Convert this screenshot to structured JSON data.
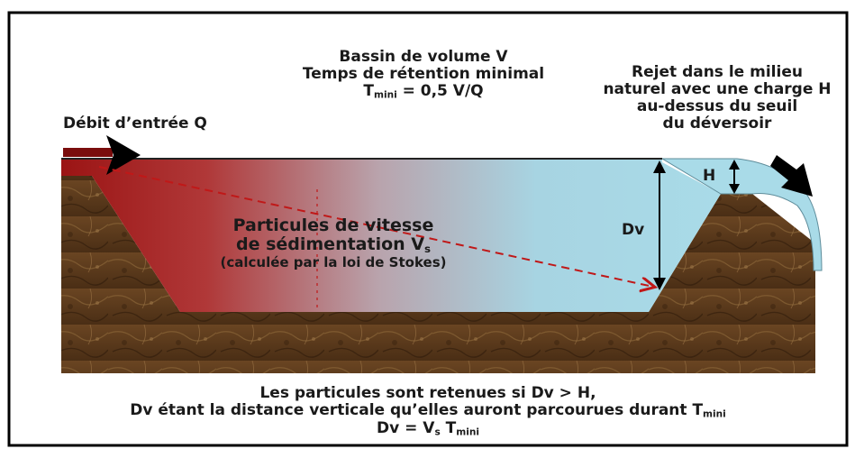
{
  "title": {
    "line1": "Bassin de volume V",
    "line2": "Temps de rétention minimal",
    "line3_T": "T",
    "line3_sub": "mini",
    "line3_rest": " = 0,5 V/Q"
  },
  "inlet_label": "Débit d’entrée Q",
  "outlet": {
    "line1": "Rejet dans le milieu",
    "line2": "naturel avec une charge H",
    "line3": "au-dessus du seuil",
    "line4": "du déversoir"
  },
  "h_label": "H",
  "dv_label": "Dv",
  "particles": {
    "line1": "Particules de vitesse",
    "line2": "de sédimentation V",
    "line2_sub": "s",
    "line3": "(calculée par la loi de Stokes)"
  },
  "caption": {
    "line1": "Les particules sont retenues si Dv > H,",
    "line2": "Dv étant la distance verticale qu’elles auront parcourues durant T",
    "line2_sub": "mini",
    "line3_a": "Dv = V",
    "line3_sub1": "s",
    "line3_b": " T",
    "line3_sub2": "mini"
  },
  "colors": {
    "water_inlet": "#9b1414",
    "water_outlet": "#a9d9e6",
    "soil": "#5a3a1c",
    "arrow": "#000000",
    "trajectory": "#c01818"
  },
  "icons": [
    "inlet-arrow-icon",
    "outlet-arrow-icon"
  ]
}
